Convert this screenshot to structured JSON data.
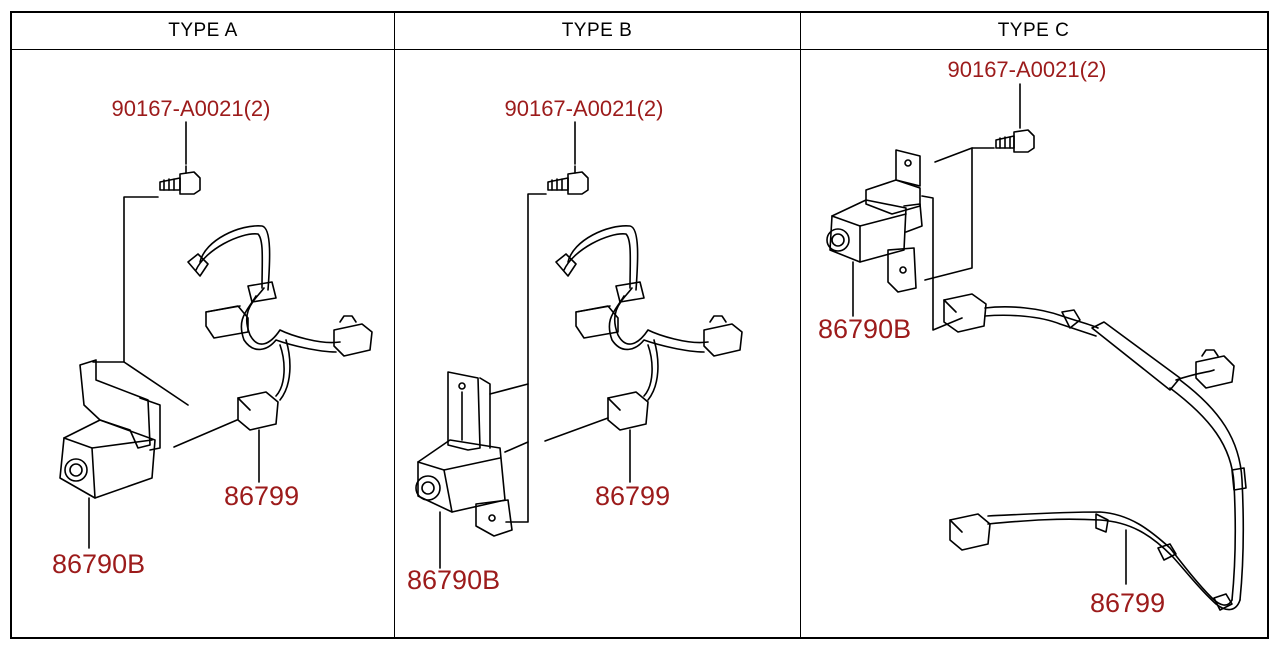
{
  "panels": [
    {
      "title": "TYPE A",
      "labels": {
        "bolt": "90167-A0021(2)",
        "camera": "86790B",
        "harness": "86799"
      }
    },
    {
      "title": "TYPE B",
      "labels": {
        "bolt": "90167-A0021(2)",
        "camera": "86790B",
        "harness": "86799"
      }
    },
    {
      "title": "TYPE C",
      "labels": {
        "bolt": "90167-A0021(2)",
        "camera": "86790B",
        "harness": "86799"
      }
    }
  ],
  "colors": {
    "label": "#9c1b1b",
    "line": "#000000"
  }
}
